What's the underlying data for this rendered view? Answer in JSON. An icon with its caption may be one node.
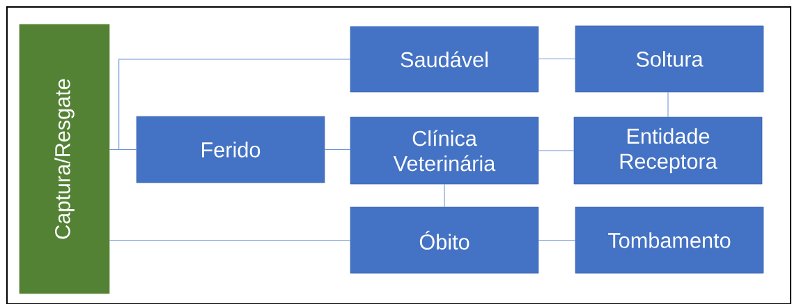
{
  "diagram": {
    "nodes": [
      {
        "text": [
          "Captura/Resgate"
        ]
      },
      {
        "text": [
          "Saudável"
        ]
      },
      {
        "text": [
          "Soltura"
        ]
      },
      {
        "text": [
          "Ferido"
        ]
      },
      {
        "text": [
          "Clínica Veterinária"
        ]
      },
      {
        "text": [
          "Entidade Receptora"
        ]
      },
      {
        "text": [
          "Óbito"
        ]
      },
      {
        "text": [
          "Tombamento"
        ]
      }
    ],
    "edges": [
      {
        "from": 0,
        "to": 1,
        "arrow": "none"
      },
      {
        "from": 0,
        "to": 3,
        "arrow": "none"
      },
      {
        "from": 0,
        "to": 6,
        "arrow": "none"
      },
      {
        "from": 1,
        "to": 2,
        "arrow": "none"
      },
      {
        "from": 3,
        "to": 4,
        "arrow": "none"
      },
      {
        "from": 4,
        "to": 5,
        "arrow": "none"
      },
      {
        "from": 5,
        "to": 2,
        "arrow": "none"
      },
      {
        "from": 4,
        "to": 6,
        "arrow": "none"
      },
      {
        "from": 6,
        "to": 7,
        "arrow": "none"
      }
    ]
  }
}
